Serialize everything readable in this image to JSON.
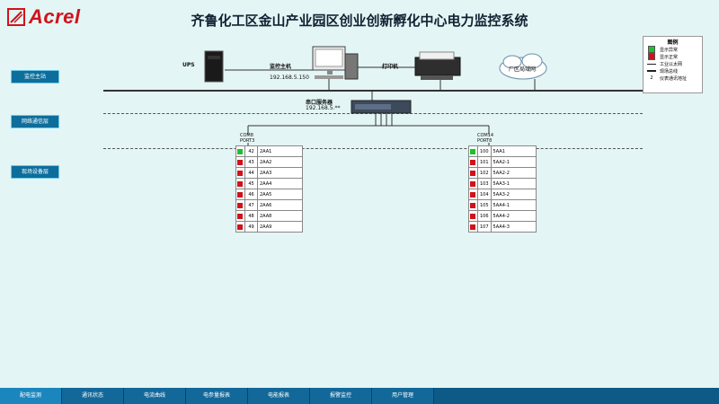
{
  "brand": {
    "logo_text": "Acrel",
    "logo_color": "#d0121b"
  },
  "title": "齐鲁化工区金山产业园区创业创新孵化中心电力监控系统",
  "left_nav": [
    {
      "label": "监控主站"
    },
    {
      "label": "网络通信层"
    },
    {
      "label": "现场设备层"
    }
  ],
  "topology": {
    "ups": "UPS",
    "host": {
      "label": "监控主机",
      "ip": "192.168.5.150"
    },
    "printer": "打印机",
    "lan": "厂区局域网",
    "serial_server": {
      "label": "串口服务器",
      "ip": "192.168.5.**"
    }
  },
  "legend": {
    "title": "图例",
    "items": [
      {
        "label": "显示异常",
        "type": "green-square",
        "color": "#1fbf2e"
      },
      {
        "label": "显示正常",
        "type": "red-square",
        "color": "#d0121b"
      },
      {
        "label": "工业以太网",
        "type": "line"
      },
      {
        "label": "现场总线",
        "type": "bold-line"
      },
      {
        "label": "仪表通讯地址",
        "type": "number",
        "symbol": "2"
      }
    ]
  },
  "port_left": {
    "com": "COM8",
    "port": "PORT3",
    "rows": [
      {
        "addr": "42",
        "name": "2AA1",
        "status": "green"
      },
      {
        "addr": "43",
        "name": "2AA2",
        "status": "red"
      },
      {
        "addr": "44",
        "name": "2AA3",
        "status": "red"
      },
      {
        "addr": "45",
        "name": "2AA4",
        "status": "red"
      },
      {
        "addr": "46",
        "name": "2AA5",
        "status": "red"
      },
      {
        "addr": "47",
        "name": "2AA6",
        "status": "red"
      },
      {
        "addr": "48",
        "name": "2AA8",
        "status": "red"
      },
      {
        "addr": "49",
        "name": "2AA9",
        "status": "red"
      }
    ]
  },
  "port_right": {
    "com": "COM14",
    "port": "PORT8",
    "rows": [
      {
        "addr": "100",
        "name": "5AA1",
        "status": "green"
      },
      {
        "addr": "101",
        "name": "5AA2-1",
        "status": "red"
      },
      {
        "addr": "102",
        "name": "5AA2-2",
        "status": "red"
      },
      {
        "addr": "103",
        "name": "5AA3-1",
        "status": "red"
      },
      {
        "addr": "104",
        "name": "5AA3-2",
        "status": "red"
      },
      {
        "addr": "105",
        "name": "5AA4-1",
        "status": "red"
      },
      {
        "addr": "106",
        "name": "5AA4-2",
        "status": "red"
      },
      {
        "addr": "107",
        "name": "5AA4-3",
        "status": "red"
      }
    ]
  },
  "bottom_tabs": [
    {
      "label": "配电监测"
    },
    {
      "label": "通讯状态"
    },
    {
      "label": "电流曲线"
    },
    {
      "label": "电参量报表"
    },
    {
      "label": "电能报表"
    },
    {
      "label": "报警监控"
    },
    {
      "label": "用户管理"
    }
  ],
  "colors": {
    "green": "#1fbf2e",
    "red": "#d0121b",
    "nav_bg": "#0d6e9c",
    "tab_bg": "#13689a"
  }
}
